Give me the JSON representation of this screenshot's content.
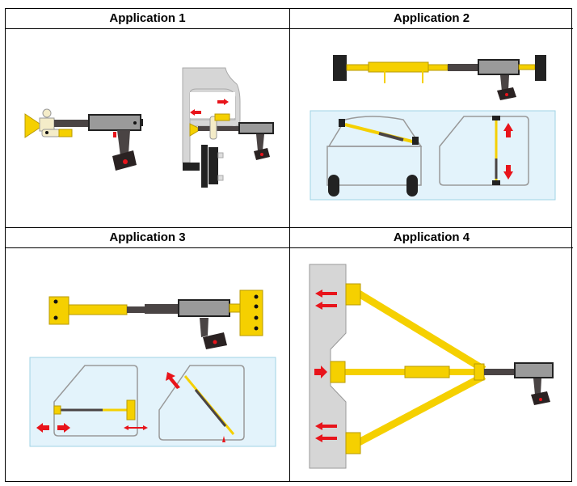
{
  "table": {
    "cells": [
      {
        "title": "Application 1"
      },
      {
        "title": "Application 2"
      },
      {
        "title": "Application 3"
      },
      {
        "title": "Application 4"
      }
    ]
  },
  "colors": {
    "tool_yellow": "#f5d000",
    "tool_dark": "#4a4444",
    "tool_grey": "#9a9a9a",
    "battery": "#2a2222",
    "arrow_red": "#e8141b",
    "panel_blue": "#e3f3fb",
    "panel_border": "#9fd3e6",
    "metal_grey": "#d6d6d6"
  }
}
